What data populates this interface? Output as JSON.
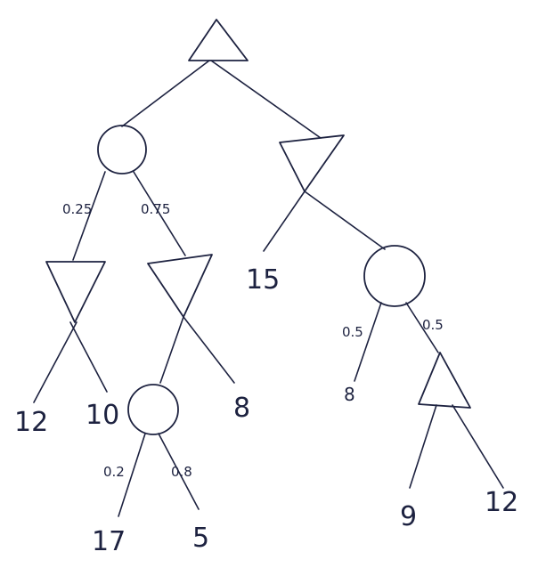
{
  "tree": {
    "root": {
      "type": "max"
    },
    "chance_left": {
      "type": "chance"
    },
    "min_right": {
      "type": "min"
    },
    "min_ll": {
      "type": "min"
    },
    "min_lr": {
      "type": "min"
    },
    "chance_llr": {
      "type": "chance"
    },
    "chance_rr": {
      "type": "chance"
    },
    "max_rrr": {
      "type": "max"
    }
  },
  "probabilities": {
    "p_left_1": "0.25",
    "p_left_2": "0.75",
    "p_chance_low_1": "0.2",
    "p_chance_low_2": "0.8",
    "p_right_1": "0.5",
    "p_right_2": "0.5"
  },
  "leaves": {
    "l12": "12",
    "l10": "10",
    "l8a": "8",
    "l17": "17",
    "l5": "5",
    "l15": "15",
    "l8b": "8",
    "l9": "9",
    "l12b": "12"
  }
}
